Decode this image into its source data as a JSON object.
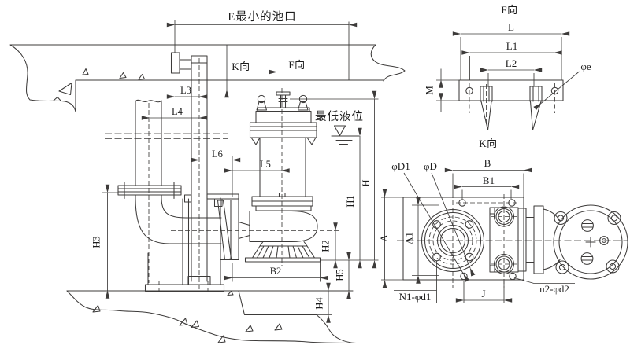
{
  "colors": {
    "background": "#ffffff",
    "line": "#3d3b3a",
    "text": "#1c1c1c"
  },
  "install": {
    "pool_opening_dim": "E最小的池口",
    "view_k": "K向",
    "view_f": "F向",
    "min_liquid_level": "最低液位",
    "l3": "L3",
    "l4": "L4",
    "l5": "L5",
    "l6": "L6",
    "b2": "B2",
    "h": "H",
    "h1": "H1",
    "h2": "H2",
    "h3": "H3",
    "h4": "H4",
    "h5": "H5"
  },
  "f_view": {
    "title": "F向",
    "l": "L",
    "l1": "L1",
    "l2": "L2",
    "m": "M",
    "hole": "φe"
  },
  "k_view": {
    "title": "K向",
    "a": "A",
    "a1": "A1",
    "b": "B",
    "b1": "B1",
    "j": "J",
    "d": "φD",
    "d1": "φD1",
    "flange_holes": "N1-φd1",
    "anchor_holes": "n2-φd2"
  }
}
